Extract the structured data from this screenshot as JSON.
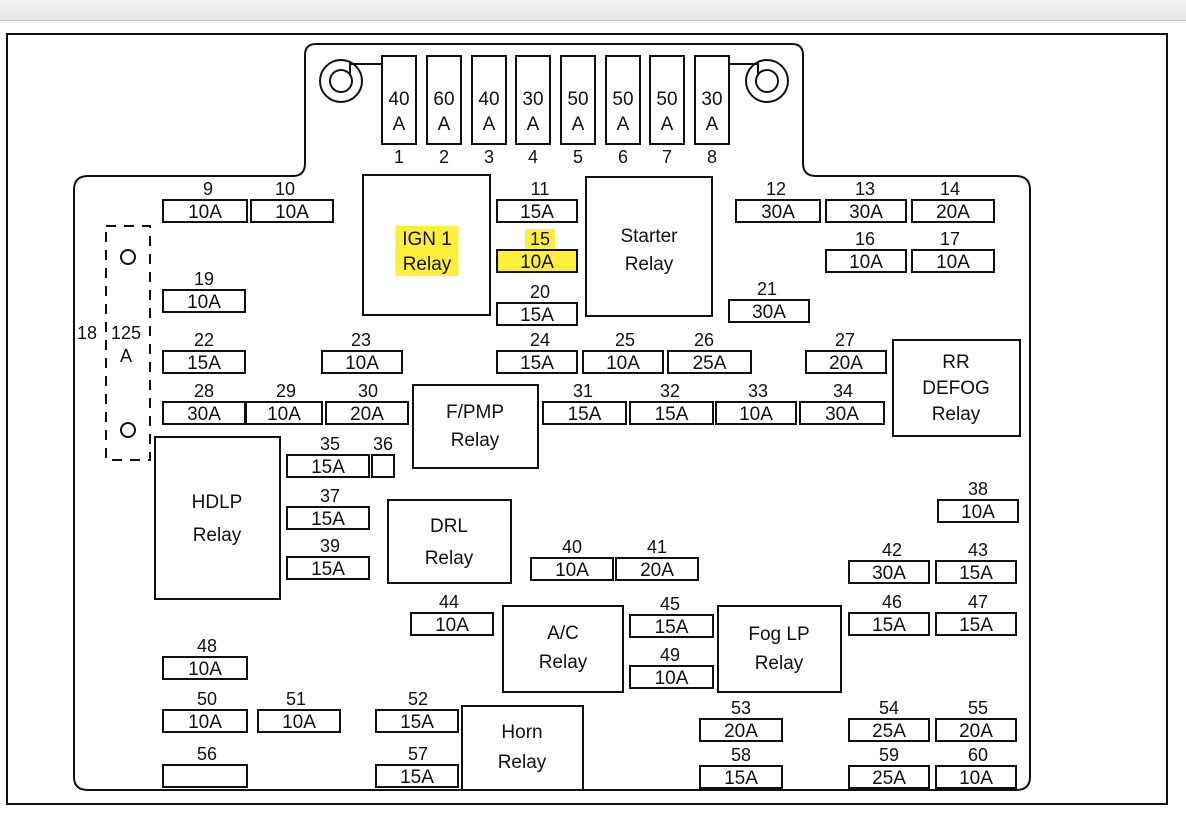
{
  "colors": {
    "highlight": "#ffef3a",
    "line": "#111111"
  },
  "maxi_fuses": [
    {
      "num": "1",
      "rating": "40",
      "unit": "A"
    },
    {
      "num": "2",
      "rating": "60",
      "unit": "A"
    },
    {
      "num": "3",
      "rating": "40",
      "unit": "A"
    },
    {
      "num": "4",
      "rating": "30",
      "unit": "A"
    },
    {
      "num": "5",
      "rating": "50",
      "unit": "A"
    },
    {
      "num": "6",
      "rating": "50",
      "unit": "A"
    },
    {
      "num": "7",
      "rating": "50",
      "unit": "A"
    },
    {
      "num": "8",
      "rating": "30",
      "unit": "A"
    }
  ],
  "fuses": [
    {
      "num": "9",
      "rating": "10A"
    },
    {
      "num": "10",
      "rating": "10A"
    },
    {
      "num": "11",
      "rating": "15A"
    },
    {
      "num": "12",
      "rating": "30A"
    },
    {
      "num": "13",
      "rating": "30A"
    },
    {
      "num": "14",
      "rating": "20A"
    },
    {
      "num": "15",
      "rating": "10A",
      "highlighted": true
    },
    {
      "num": "16",
      "rating": "10A"
    },
    {
      "num": "17",
      "rating": "10A"
    },
    {
      "num": "19",
      "rating": "10A"
    },
    {
      "num": "20",
      "rating": "15A"
    },
    {
      "num": "21",
      "rating": "30A"
    },
    {
      "num": "22",
      "rating": "15A"
    },
    {
      "num": "23",
      "rating": "10A"
    },
    {
      "num": "24",
      "rating": "15A"
    },
    {
      "num": "25",
      "rating": "10A"
    },
    {
      "num": "26",
      "rating": "25A"
    },
    {
      "num": "27",
      "rating": "20A"
    },
    {
      "num": "28",
      "rating": "30A"
    },
    {
      "num": "29",
      "rating": "10A"
    },
    {
      "num": "30",
      "rating": "20A"
    },
    {
      "num": "31",
      "rating": "15A"
    },
    {
      "num": "32",
      "rating": "15A"
    },
    {
      "num": "33",
      "rating": "10A"
    },
    {
      "num": "34",
      "rating": "30A"
    },
    {
      "num": "35",
      "rating": "15A"
    },
    {
      "num": "36",
      "rating": ""
    },
    {
      "num": "37",
      "rating": "15A"
    },
    {
      "num": "38",
      "rating": "10A"
    },
    {
      "num": "39",
      "rating": "15A"
    },
    {
      "num": "40",
      "rating": "10A"
    },
    {
      "num": "41",
      "rating": "20A"
    },
    {
      "num": "42",
      "rating": "30A"
    },
    {
      "num": "43",
      "rating": "15A"
    },
    {
      "num": "44",
      "rating": "10A"
    },
    {
      "num": "45",
      "rating": "15A"
    },
    {
      "num": "46",
      "rating": "15A"
    },
    {
      "num": "47",
      "rating": "15A"
    },
    {
      "num": "48",
      "rating": "10A"
    },
    {
      "num": "49",
      "rating": "10A"
    },
    {
      "num": "50",
      "rating": "10A"
    },
    {
      "num": "51",
      "rating": "10A"
    },
    {
      "num": "52",
      "rating": "15A"
    },
    {
      "num": "53",
      "rating": "20A"
    },
    {
      "num": "54",
      "rating": "25A"
    },
    {
      "num": "55",
      "rating": "20A"
    },
    {
      "num": "56",
      "rating": ""
    },
    {
      "num": "57",
      "rating": "15A"
    },
    {
      "num": "58",
      "rating": "15A"
    },
    {
      "num": "59",
      "rating": "25A"
    },
    {
      "num": "60",
      "rating": "10A"
    }
  ],
  "relays": [
    {
      "id": "ign1",
      "lines": [
        "IGN 1",
        "Relay"
      ],
      "highlighted": true
    },
    {
      "id": "starter",
      "lines": [
        "Starter",
        "Relay"
      ]
    },
    {
      "id": "rr-defog",
      "lines": [
        "RR",
        "DEFOG",
        "Relay"
      ]
    },
    {
      "id": "fpmp",
      "lines": [
        "F/PMP",
        "Relay"
      ]
    },
    {
      "id": "hdlp",
      "lines": [
        "HDLP",
        "Relay"
      ]
    },
    {
      "id": "drl",
      "lines": [
        "DRL",
        "Relay"
      ]
    },
    {
      "id": "ac",
      "lines": [
        "A/C",
        "Relay"
      ]
    },
    {
      "id": "fog-lp",
      "lines": [
        "Fog LP",
        "Relay"
      ]
    },
    {
      "id": "horn",
      "lines": [
        "Horn",
        "Relay"
      ]
    }
  ],
  "fuse18": {
    "num": "18",
    "rating": "125",
    "unit": "A"
  }
}
